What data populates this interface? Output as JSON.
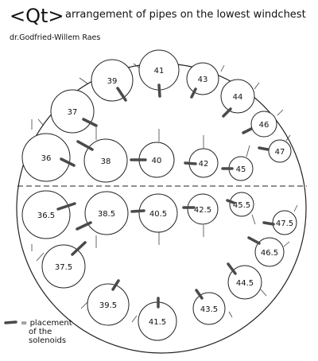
{
  "header": {
    "logo_text": "<Qt>",
    "title": "arrangement of pipes on the lowest windchest",
    "author": "dr.Godfried-Willem Raes"
  },
  "legend": {
    "equals": "=",
    "line1": "placement",
    "line2": "of the",
    "line3": "solenoids"
  },
  "diagram": {
    "upper_pipes": [
      "36",
      "37",
      "38",
      "39",
      "40",
      "41",
      "42",
      "43",
      "44",
      "45",
      "46",
      "47"
    ],
    "lower_pipes": [
      "36.5",
      "37.5",
      "38.5",
      "39.5",
      "40.5",
      "41.5",
      "42.5",
      "43.5",
      "44.5",
      "45.5",
      "46.5",
      "47.5"
    ]
  }
}
